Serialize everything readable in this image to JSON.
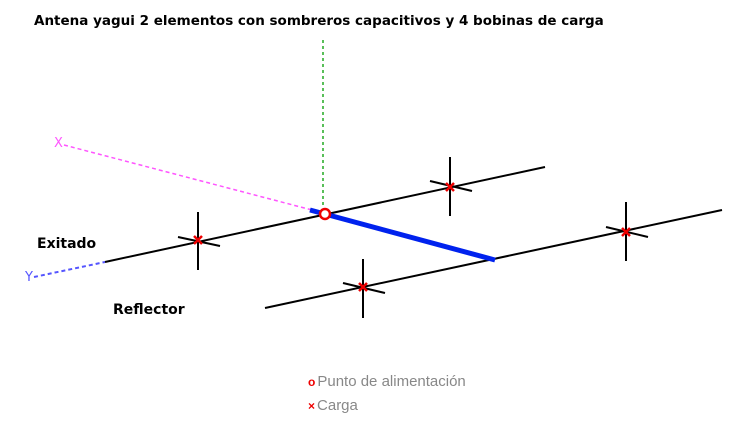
{
  "title": "Antena yagui 2 elementos con sombreros capacitivos y  4 bobinas de carga",
  "labels": {
    "driven": "Exitado",
    "reflector": "Reflector",
    "x_axis": "X",
    "y_axis": "Y"
  },
  "legend": {
    "feed": "Punto de alimentación",
    "load": "Carga",
    "feed_symbol": "o",
    "load_symbol": "×"
  },
  "colors": {
    "element": "#000000",
    "feedline": "#0000ee",
    "marker": "#ee0000",
    "x_axis": "#ff55ff",
    "y_axis": "#5555ff",
    "z_axis": "#22aa22"
  }
}
